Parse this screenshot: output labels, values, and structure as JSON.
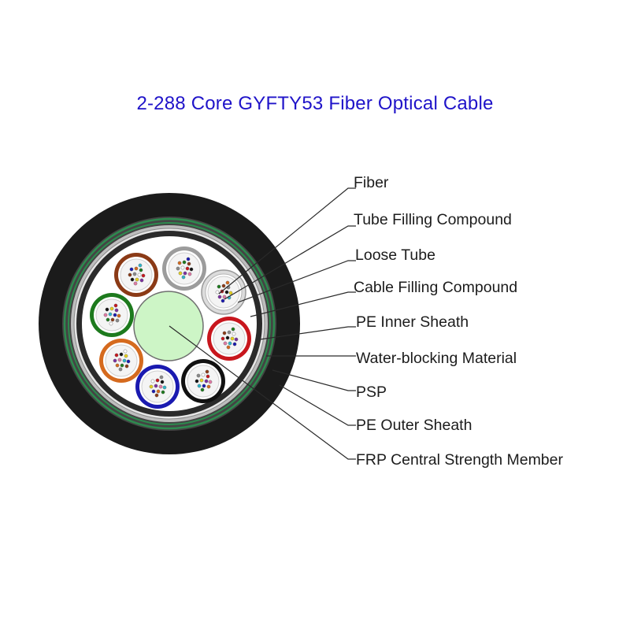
{
  "title": "2-288 Core GYFTY53 Fiber Optical Cable",
  "colors": {
    "title": "#1f13c9",
    "outer_sheath": "#1b1b1b",
    "psp_stripe": "#2d8a4e",
    "inner_sheath": "#2a2a2a",
    "cable_filling": "#ffffff",
    "central_member": "#cdf5c6",
    "leader": "#2a2a2a"
  },
  "labels": [
    "Fiber",
    "Tube Filling Compound",
    "Loose Tube",
    "Cable Filling Compound",
    "PE Inner Sheath",
    "Water-blocking Material",
    "PSP",
    "PE Outer Sheath",
    "FRP Central Strength Member"
  ],
  "tubes": [
    {
      "name": "brown",
      "color": "#8b3a16"
    },
    {
      "name": "slate",
      "color": "#9c9c9c"
    },
    {
      "name": "white",
      "color": "#d9d9d9"
    },
    {
      "name": "red",
      "color": "#c8161d"
    },
    {
      "name": "black",
      "color": "#111111"
    },
    {
      "name": "blue",
      "color": "#1a1ab0"
    },
    {
      "name": "orange",
      "color": "#d56a1e"
    },
    {
      "name": "green",
      "color": "#1d7a1d"
    }
  ]
}
